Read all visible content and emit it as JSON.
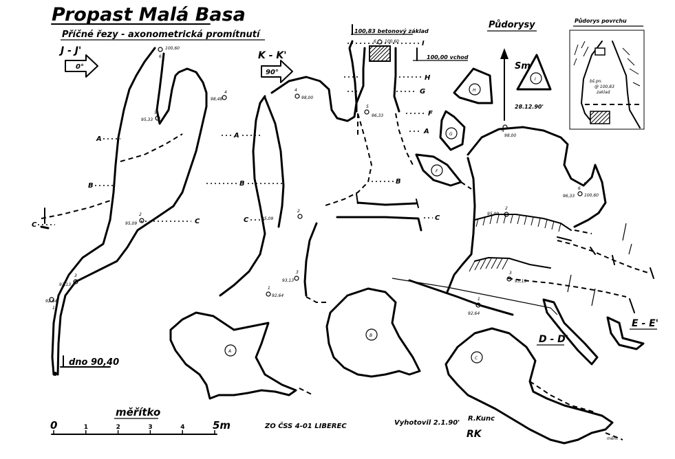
{
  "title": "Propast Malá Basa",
  "subtitle": "Příčné řezy - axonometrická promítnutí",
  "sections": {
    "jj": "J - J'",
    "jj_angle": "0°",
    "kk": "K - K'",
    "kk_angle": "90°",
    "dd": "D - D'",
    "ee": "E - E'"
  },
  "plan": {
    "pudorysy": "Půdorysy",
    "pudorys_povrchu": "Půdorys povrchu",
    "north": "Sm",
    "date_north": "28.12.90'"
  },
  "top": {
    "beton": "100,83 betonový základ",
    "vchod": "100,00 vchod",
    "section_i": "I",
    "h": "H",
    "g": "G",
    "f": "F",
    "a": "A"
  },
  "markers": {
    "a1": "A",
    "b1": "B",
    "c1": "C",
    "c1r": "C",
    "a2": "A",
    "b2": "B",
    "c2": "C",
    "b3": "B",
    "c3": "C"
  },
  "shapes": {
    "A": "A",
    "B": "B",
    "C": "C",
    "F": "F",
    "G": "G",
    "H": "H",
    "I": "I"
  },
  "points": {
    "p6a": "100,60",
    "p6a_n": "6",
    "p4a": "98,48",
    "p4a_n": "4",
    "p5a": "95,33",
    "p5a_n": "5",
    "p2a": "95,09",
    "p2a_n": "2",
    "p3a": "93,13",
    "p3a_n": "3",
    "p1a": "92,64",
    "p1a_n": "1",
    "p4b": "98,00",
    "p4b_n": "4",
    "p5b": "96,33",
    "p5b_n": "5",
    "p2b": "95,09",
    "p2b_n": "2",
    "p3b": "93,13",
    "p3b_n": "3",
    "p1b": "92,64",
    "p1b_n": "1",
    "p6top": "100,60",
    "p6top_n": "6",
    "p4plan": "98,00",
    "p4plan_n": "4",
    "p6plan": "100,60",
    "p6plan_n": "6",
    "p5plan": "96,33",
    "p5plan_n": "5",
    "p2plan": "95,09",
    "p2plan_n": "2",
    "p3plan": "93,13",
    "p3plan_n": "3",
    "p1plan": "92,64",
    "p1plan_n": "1"
  },
  "surface": {
    "label_a": "bš.pn.",
    "label_b": "@ 100,83",
    "label_c": "zaklad"
  },
  "bottom_depth": "dno 90,40",
  "scale": {
    "label": "měřítko",
    "ticks": [
      "0",
      "1",
      "2",
      "3",
      "4",
      "5m"
    ]
  },
  "footer": {
    "club": "ZO ČSS 4-01 LIBEREC",
    "made": "Vyhotovil 2.1.90'",
    "author": "R.Kunc",
    "signature": "RK",
    "meritko_small": "měřit"
  }
}
